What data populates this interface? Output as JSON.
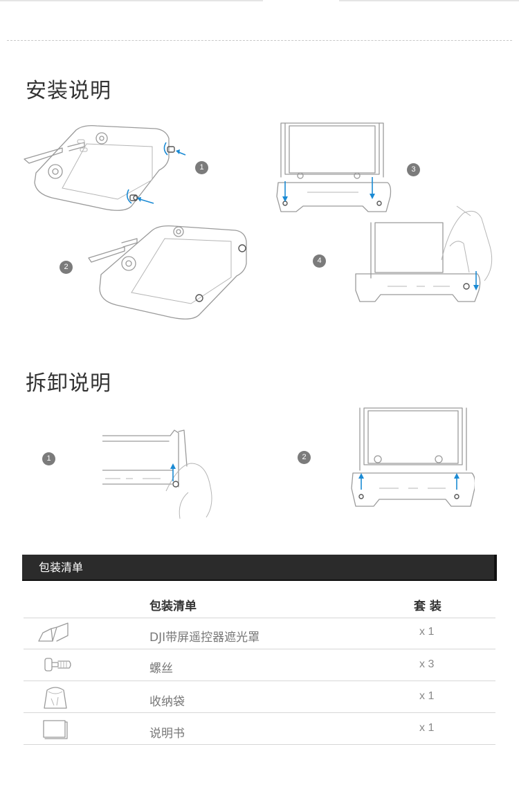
{
  "install": {
    "heading": "安装说明",
    "steps": [
      "1",
      "2",
      "3",
      "4"
    ]
  },
  "removal": {
    "heading": "拆卸说明",
    "steps": [
      "1",
      "2"
    ]
  },
  "packing": {
    "bar_title": "包装清单",
    "header_name": "包装清单",
    "header_qty": "套 装",
    "items": [
      {
        "icon": "hood-icon",
        "name": "DJI带屏遥控器遮光罩",
        "qty": "x 1"
      },
      {
        "icon": "screw-icon",
        "name": "螺丝",
        "qty": "x 3"
      },
      {
        "icon": "pouch-icon",
        "name": "收纳袋",
        "qty": "x 1"
      },
      {
        "icon": "manual-icon",
        "name": "说明书",
        "qty": "x 1"
      }
    ]
  },
  "colors": {
    "accent_arrow": "#1a8ad4",
    "bar_bg": "#2b2b2b",
    "step_badge": "#7b7b7b"
  }
}
